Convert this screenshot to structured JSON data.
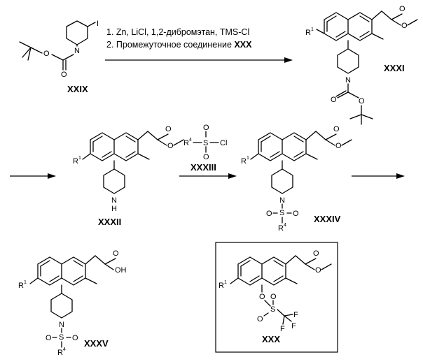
{
  "conditions": {
    "step1": "1. Zn, LiCl, 1,2-дибромэтан, TMS-Cl",
    "step2_prefix": "2. Промежуточное соединение ",
    "step2_ref": "XXX"
  },
  "reagent_label": "XXXIII",
  "compounds": [
    {
      "id": "XXIX"
    },
    {
      "id": "XXXI"
    },
    {
      "id": "XXXII"
    },
    {
      "id": "XXXIV"
    },
    {
      "id": "XXXV"
    },
    {
      "id": "XXX"
    }
  ],
  "atoms": {
    "O": "O",
    "N": "N",
    "NH": "H",
    "I": "I",
    "S": "S",
    "Cl": "Cl",
    "F": "F",
    "OH": "OH",
    "R": "R",
    "R1_sup": "1",
    "R4_sup": "4"
  }
}
